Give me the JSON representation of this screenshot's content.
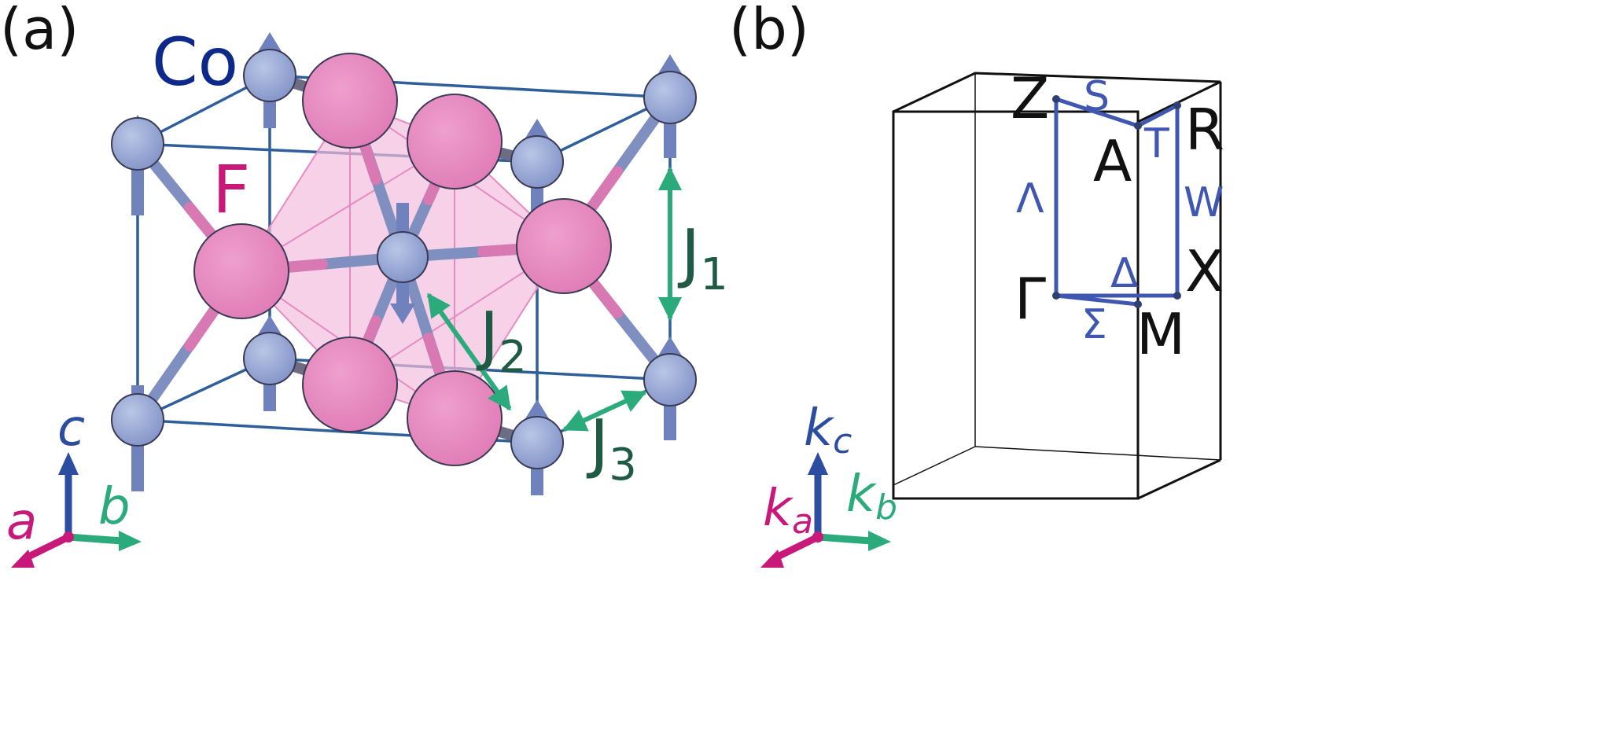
{
  "panel_a": {
    "label": "(a)",
    "element_labels": {
      "co": "Co",
      "f": "F"
    },
    "couplings": [
      {
        "name": "J",
        "sub": "1"
      },
      {
        "name": "J",
        "sub": "2"
      },
      {
        "name": "J",
        "sub": "3"
      }
    ],
    "axes": {
      "a": "a",
      "b": "b",
      "c": "c"
    }
  },
  "panel_b": {
    "label": "(b)",
    "high_symmetry_points": [
      "Z",
      "A",
      "R",
      "X",
      "Γ",
      "M"
    ],
    "path_labels": [
      "S",
      "T",
      "Λ",
      "W",
      "Δ",
      "Σ"
    ],
    "axes": {
      "a": {
        "main": "k",
        "sub": "a"
      },
      "b": {
        "main": "k",
        "sub": "b"
      },
      "c": {
        "main": "k",
        "sub": "c"
      }
    }
  },
  "colors": {
    "cobalt": "#8a9dcb",
    "fluorine": "#e383bd",
    "cell_edges": "#2f5f9a",
    "coupling_arrows": "#2bab7c",
    "spin_arrows": "#6f82bd",
    "a_axis": "#c8187a",
    "b_axis": "#2bab7c",
    "c_axis": "#2d4ea0",
    "bz_path": "#3f57b0"
  }
}
